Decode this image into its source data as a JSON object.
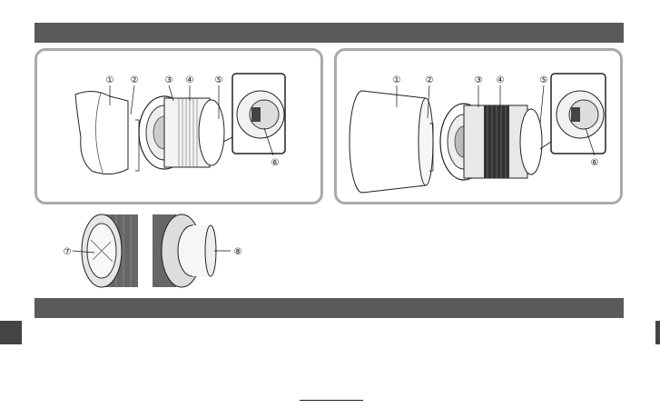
{
  "callouts": {
    "left": [
      "①",
      "②",
      "③",
      "④",
      "⑤",
      "⑥"
    ],
    "right": [
      "①",
      "②",
      "③",
      "④",
      "⑤",
      "⑥"
    ],
    "caps": [
      "⑦",
      "⑧"
    ]
  },
  "colors": {
    "section_bar": "#5a5a5a",
    "panel_border": "#a9a9a9",
    "side_tab": "#444444"
  }
}
